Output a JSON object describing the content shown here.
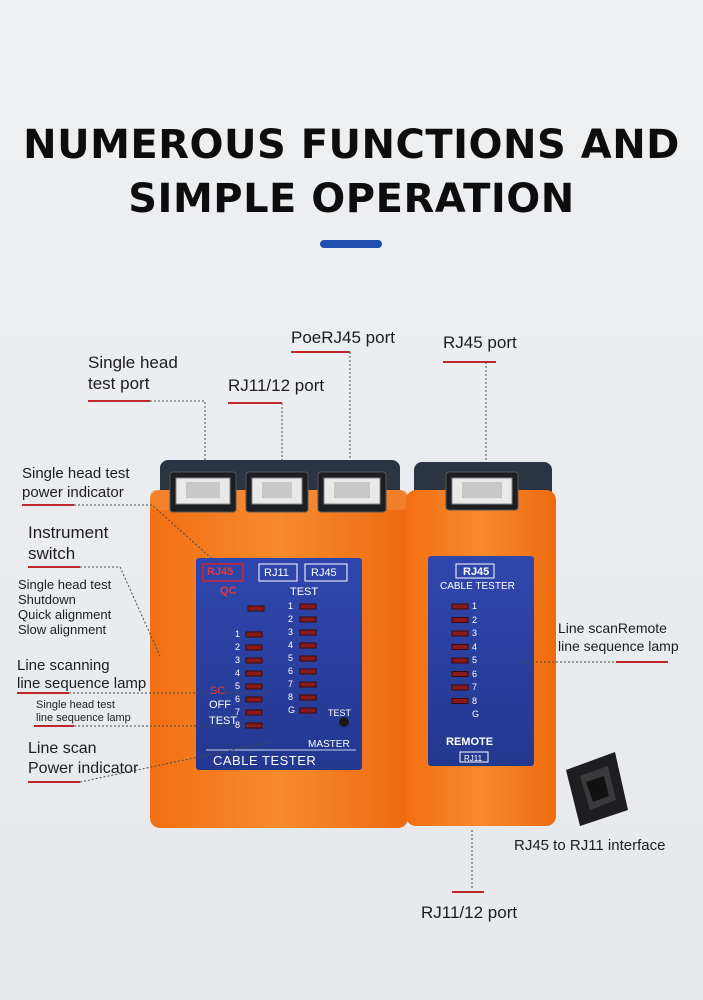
{
  "heading": {
    "line1": "NUMEROUS FUNCTIONS AND",
    "line2": "SIMPLE OPERATION"
  },
  "callouts": {
    "single_head_test_port": "Single head\ntest port",
    "rj11_port_top": "RJ11/12 port",
    "poe_rj45_port": "PoeRJ45 port",
    "rj45_port": "RJ45 port",
    "single_head_power_indicator": "Single head test\npower indicator",
    "instrument_switch": "Instrument\nswitch",
    "switch_modes": "Single head test\nShutdown\nQuick alignment\nSlow alignment",
    "line_scanning_lamp": "Line scanning\nline sequence lamp",
    "single_head_lamp": "Single head test\nline sequence lamp",
    "line_scan_power_indicator": "Line scan\nPower indicator",
    "remote_lamp": "Line scanRemote\nline sequence lamp",
    "rj45_to_rj11": "RJ45 to RJ11 interface",
    "rj11_port_bottom": "RJ11/12 port"
  },
  "master_panel": {
    "rj45_tag": "RJ45",
    "qc": "QC",
    "rj11_box": "RJ11",
    "rj45_box": "RJ45",
    "test_label": "TEST",
    "right_numbers": [
      "1",
      "2",
      "3",
      "4",
      "5",
      "6",
      "7",
      "8",
      "G"
    ],
    "left_numbers": [
      "1",
      "2",
      "3",
      "4",
      "5",
      "6",
      "7",
      "8"
    ],
    "sc": "SC",
    "off": "OFF",
    "test_switch": "TEST",
    "test_button": "TEST",
    "master": "MASTER",
    "name": "CABLE TESTER"
  },
  "remote_panel": {
    "rj45": "RJ45",
    "name": "CABLE TESTER",
    "numbers": [
      "1",
      "2",
      "3",
      "4",
      "5",
      "6",
      "7",
      "8",
      "G"
    ],
    "remote": "REMOTE",
    "rj11_sticker": "RJ11"
  },
  "colors": {
    "orange": "#f47a1f",
    "panel_blue": "#2a3fa0",
    "leader_red": "#c0272d",
    "accent_bar": "#1f4fae"
  }
}
